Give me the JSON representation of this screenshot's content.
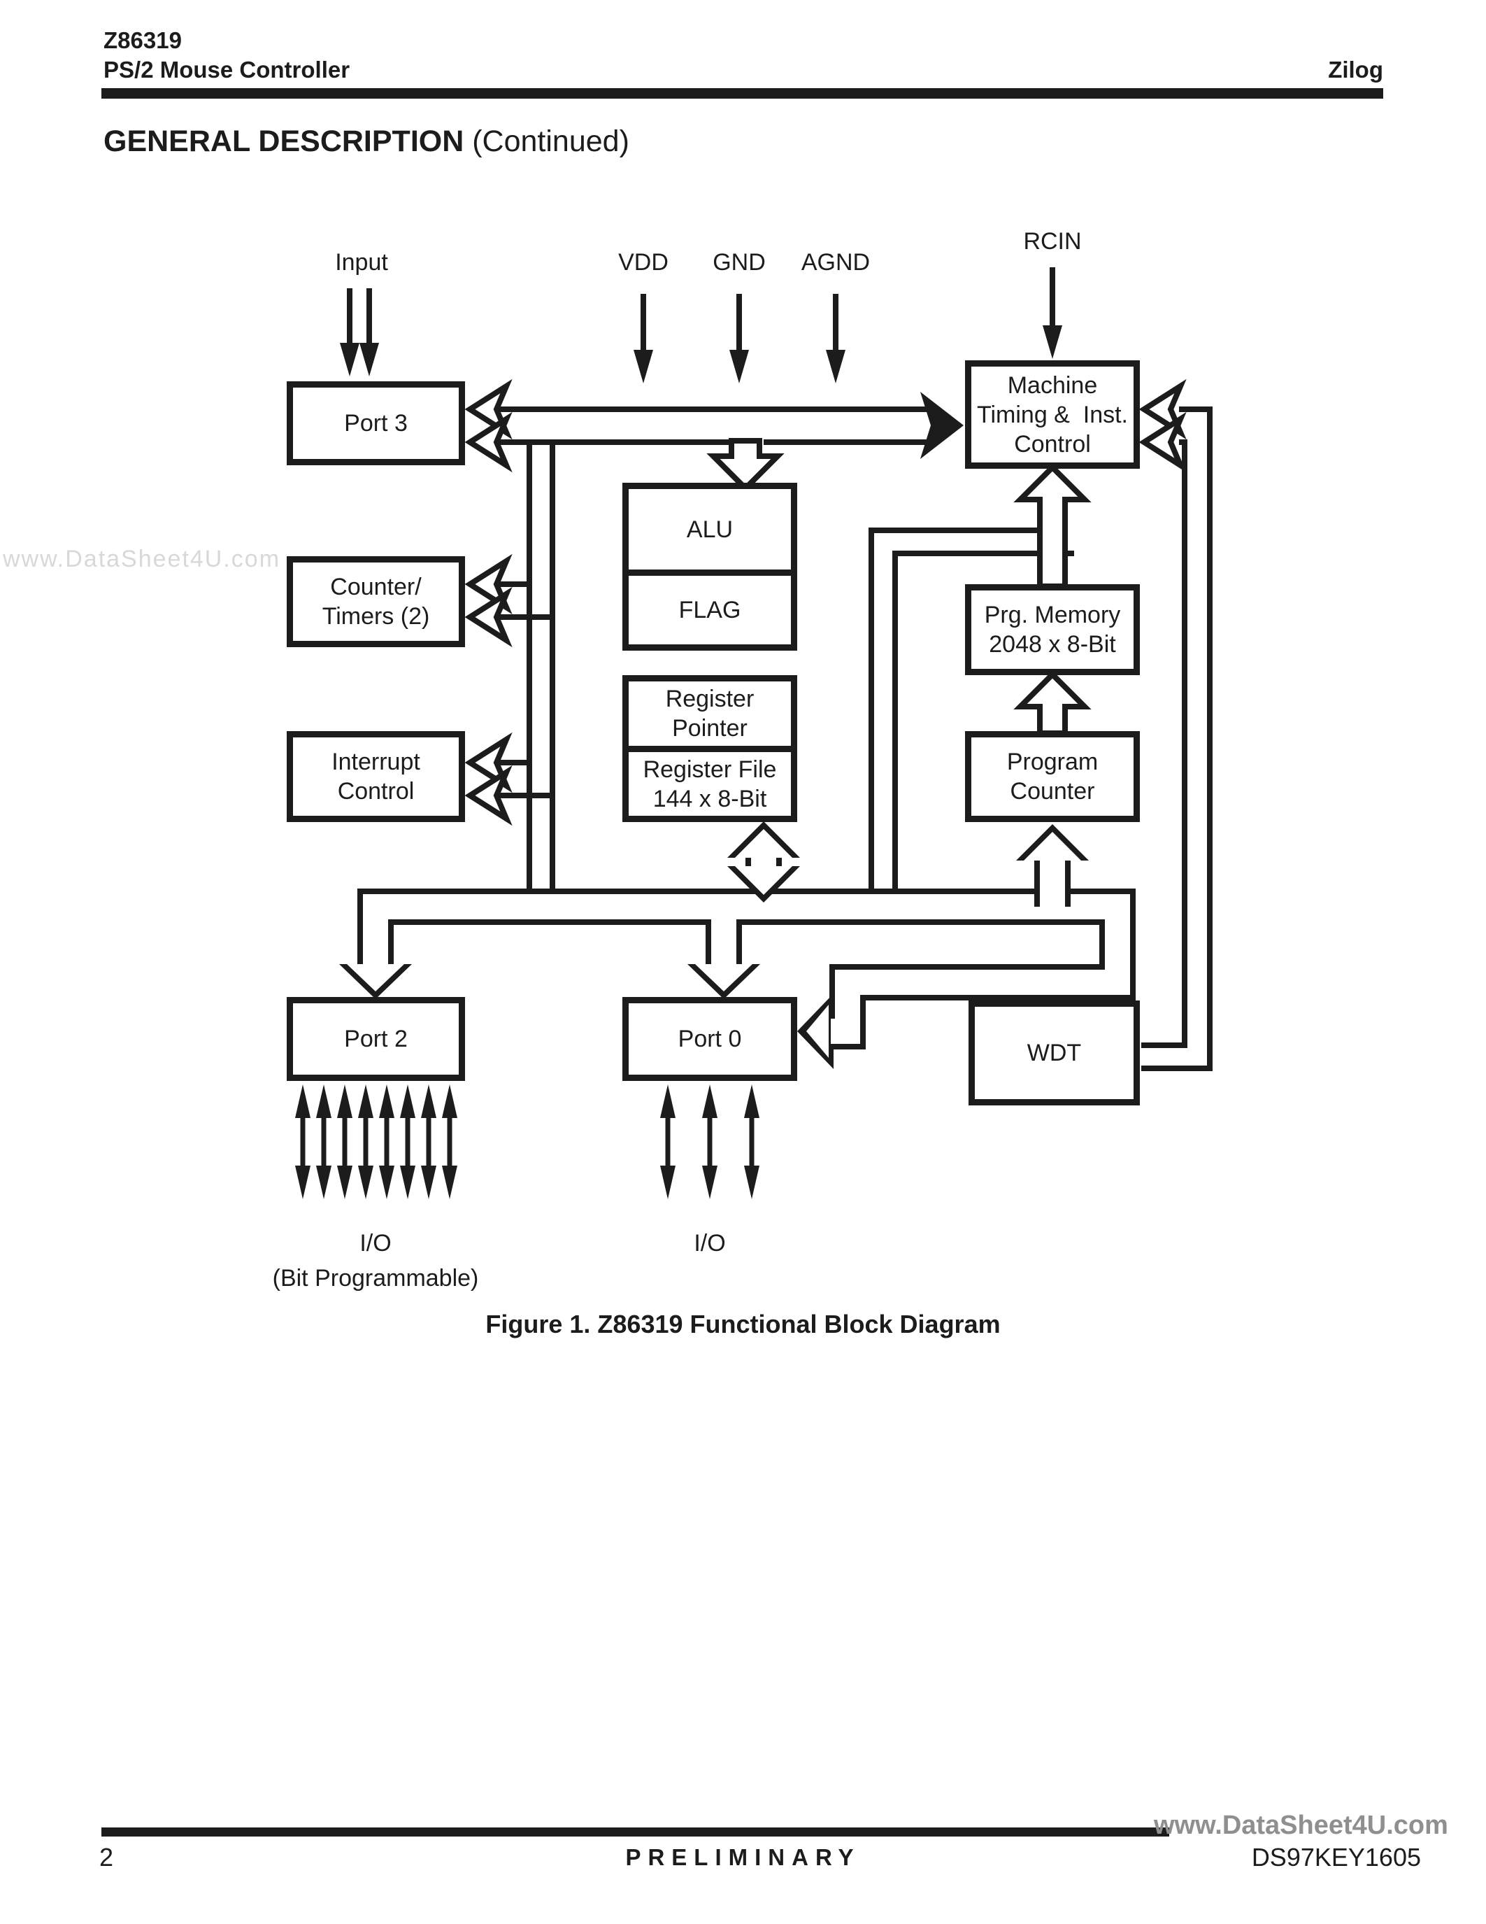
{
  "header": {
    "part": "Z86319",
    "product": "PS/2 Mouse Controller",
    "brand": "Zilog",
    "section": "GENERAL DESCRIPTION",
    "section_note": " (Continued)"
  },
  "watermark": {
    "side": "www.DataSheet4U.com",
    "footer": "www.DataSheet4U.com"
  },
  "diagram": {
    "pins": {
      "input": "Input",
      "vdd": "VDD",
      "gnd": "GND",
      "agnd": "AGND",
      "rcin": "RCIN"
    },
    "blocks": {
      "port3": [
        "Port 3"
      ],
      "counter_timers": [
        "Counter/",
        "Timers (2)"
      ],
      "interrupt": [
        "Interrupt",
        "Control"
      ],
      "port2": [
        "Port 2"
      ],
      "alu": [
        "ALU"
      ],
      "flag": [
        "FLAG"
      ],
      "register_pointer": [
        "Register",
        "Pointer"
      ],
      "register_file": [
        "Register File",
        "144 x 8-Bit"
      ],
      "port0": [
        "Port 0"
      ],
      "machine_timing": [
        "Machine",
        "Timing &  Inst.",
        "Control"
      ],
      "prg_memory": [
        "Prg. Memory",
        "2048 x 8-Bit"
      ],
      "program_counter": [
        "Program",
        "Counter"
      ],
      "wdt": [
        "WDT"
      ]
    },
    "io": {
      "port2_label": "I/O",
      "port2_note": "(Bit Programmable)",
      "port0_label": "I/O"
    },
    "caption": "Figure 1.  Z86319 Functional Block Diagram"
  },
  "footer": {
    "page_number": "2",
    "status": "PRELIMINARY",
    "doc_id": "DS97KEY1605"
  }
}
